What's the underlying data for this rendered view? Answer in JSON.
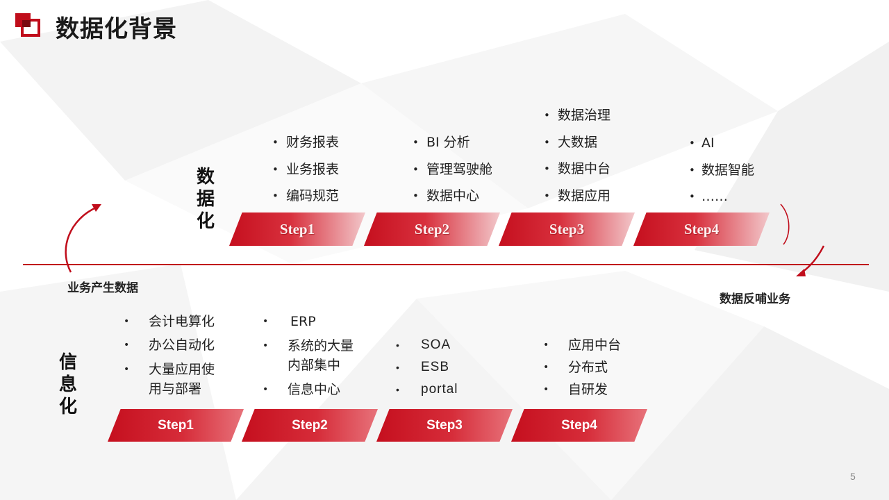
{
  "title": "数据化背景",
  "colors": {
    "accent": "#c00d1b",
    "dark_red": "#9b0a14"
  },
  "digitization": {
    "label": "数据化",
    "steps": [
      {
        "label": "Step1",
        "items": [
          "财务报表",
          "业务报表",
          "编码规范"
        ]
      },
      {
        "label": "Step2",
        "items": [
          "BI 分析",
          "管理驾驶舱",
          "数据中心"
        ]
      },
      {
        "label": "Step3",
        "items": [
          "数据治理",
          "大数据",
          "数据中台",
          "数据应用"
        ]
      },
      {
        "label": "Step4",
        "items": [
          "AI",
          "数据智能",
          "……"
        ]
      }
    ]
  },
  "informatization": {
    "label": "信息化",
    "steps": [
      {
        "label": "Step1",
        "items": [
          "会计电算化",
          "办公自动化",
          "大量应用使用与部署"
        ]
      },
      {
        "label": "Step2",
        "items": [
          "ERP",
          "系统的大量内部集中",
          "信息中心"
        ]
      },
      {
        "label": "Step3",
        "items": [
          "SOA",
          "ESB",
          "portal"
        ]
      },
      {
        "label": "Step4",
        "items": [
          "应用中台",
          "分布式",
          "自研发"
        ]
      }
    ]
  },
  "arrows": {
    "left_label": "业务产生数据",
    "right_label": "数据反哺业务"
  },
  "page_number": "5"
}
